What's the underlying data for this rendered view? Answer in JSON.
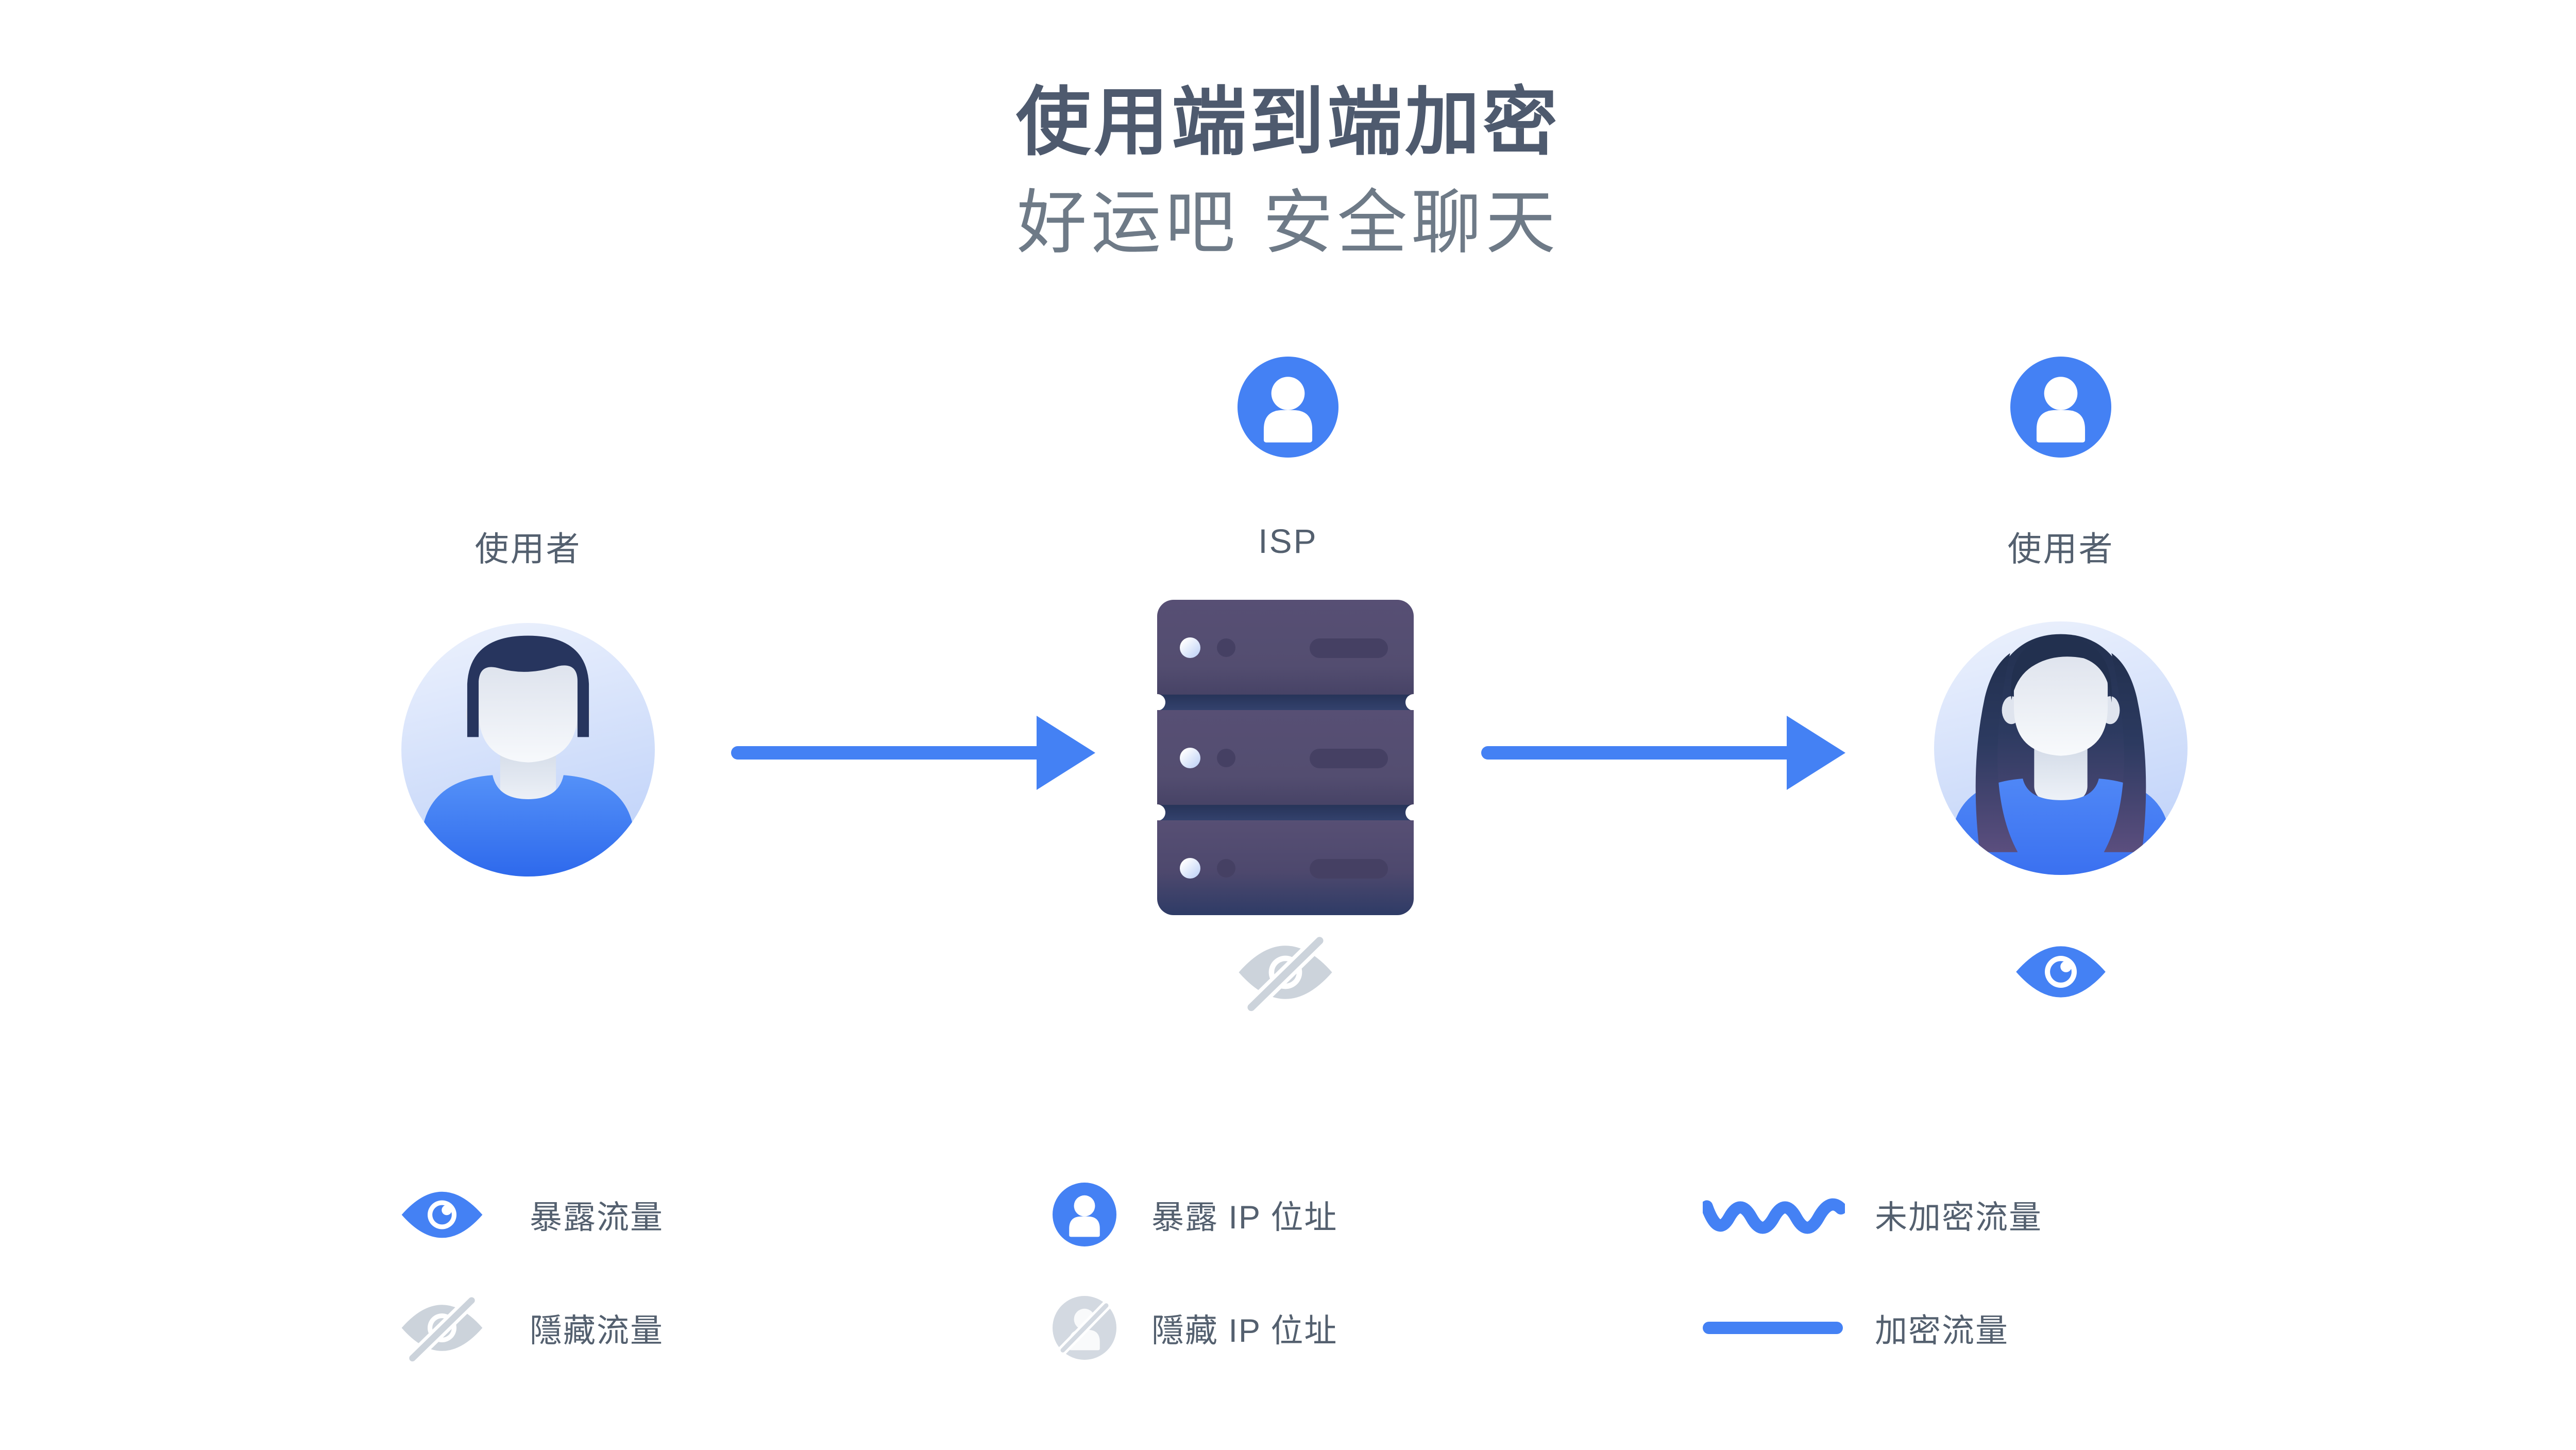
{
  "title": "使用端到端加密",
  "subtitle": "好运吧 安全聊天",
  "nodes": {
    "left_user": {
      "label": "使用者"
    },
    "isp": {
      "label": "ISP"
    },
    "right_user": {
      "label": "使用者"
    }
  },
  "legend": {
    "items": [
      {
        "icon": "eye-icon",
        "label": "暴露流量"
      },
      {
        "icon": "eye-off-icon",
        "label": "隱藏流量"
      },
      {
        "icon": "user-icon",
        "label": "暴露 IP 位址"
      },
      {
        "icon": "user-off-icon",
        "label": "隱藏 IP 位址"
      },
      {
        "icon": "wavy-line-icon",
        "label": "未加密流量"
      },
      {
        "icon": "straight-line-icon",
        "label": "加密流量"
      }
    ]
  },
  "colors": {
    "accent_blue": "#4481f4",
    "server_purple": "#534d70",
    "server_navy": "#2c3962",
    "muted_gray": "#ccd3db",
    "title_color": "#4e5a6e",
    "subtitle_color": "#6e7a87",
    "text_color": "#54606f"
  }
}
